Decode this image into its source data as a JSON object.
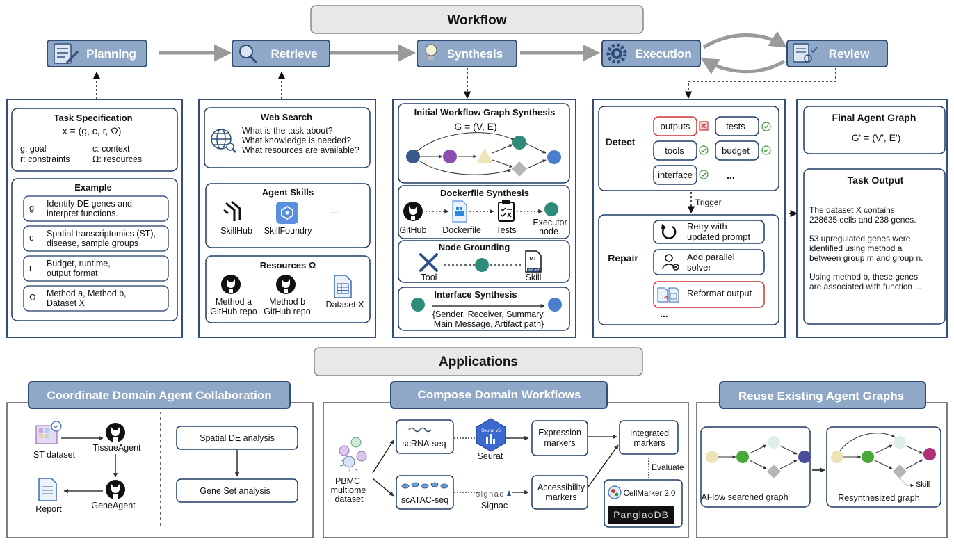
{
  "workflow": {
    "title": "Workflow",
    "stages": {
      "planning": "Planning",
      "retrieve": "Retrieve",
      "synthesis": "Synthesis",
      "execution": "Execution",
      "review": "Review"
    }
  },
  "planning": {
    "task_spec": {
      "title": "Task Specification",
      "formula": "x = (g, c, r, Ω)",
      "g": "g: goal",
      "c": "c: context",
      "r": "r: constraints",
      "omega": "Ω: resources"
    },
    "example": {
      "title": "Example",
      "rows": [
        {
          "key": "g",
          "line1": "Identify DE genes and",
          "line2": "interpret functions."
        },
        {
          "key": "c",
          "line1": "Spatial transcriptomics (ST),",
          "line2": "disease, sample groups"
        },
        {
          "key": "r",
          "line1": "Budget, runtime,",
          "line2": "output format"
        },
        {
          "key": "Ω",
          "line1": "Method a, Method b,",
          "line2": "Dataset X"
        }
      ]
    }
  },
  "retrieve": {
    "web_search": {
      "title": "Web Search",
      "q1": "What is the task about?",
      "q2": "What knowledge is needed?",
      "q3": "What resources are available?"
    },
    "agent_skills": {
      "title": "Agent Skills",
      "skillhub": "SkillHub",
      "skillfoundry": "SkillFoundry",
      "more": "..."
    },
    "resources": {
      "title": "Resources Ω",
      "method_a_1": "Method a",
      "method_a_2": "GitHub repo",
      "method_b_1": "Method b",
      "method_b_2": "GitHub repo",
      "dataset": "Dataset X"
    }
  },
  "synthesis": {
    "initial": {
      "title": "Initial Workflow Graph Synthesis",
      "formula": "G = (V, E)"
    },
    "dockerfile": {
      "title": "Dockerfile Synthesis",
      "github": "GitHub",
      "dockerfile": "Dockerfile",
      "tests": "Tests",
      "executor1": "Executor",
      "executor2": "node"
    },
    "grounding": {
      "title": "Node Grounding",
      "tool": "Tool",
      "skill": "Skill",
      "skill_file": "skill.md"
    },
    "interface": {
      "title": "Interface Synthesis",
      "line1": "{Sender, Receiver, Summary,",
      "line2": "Main Message, Artifact path}"
    }
  },
  "execution": {
    "detect": {
      "title": "Detect",
      "outputs": "outputs",
      "tests": "tests",
      "tools": "tools",
      "budget": "budget",
      "interface": "interface",
      "more": "..."
    },
    "trigger": "Trigger",
    "repair": {
      "title": "Repair",
      "retry1": "Retry with",
      "retry2": "updated prompt",
      "parallel1": "Add parallel",
      "parallel2": "solver",
      "reformat": "Reformat output",
      "more": "..."
    }
  },
  "review": {
    "final": {
      "title": "Final Agent Graph",
      "formula": "G' = (V', E')"
    },
    "task_output": {
      "title": "Task Output",
      "p1l1": "The dataset X contains",
      "p1l2": "228635 cells and 238 genes.",
      "p2l1": "53 upregulated genes were",
      "p2l2": "identified using method a",
      "p2l3": "between group m and group n.",
      "p3l1": "Using method b, these genes",
      "p3l2": "are associated with function ..."
    }
  },
  "applications": {
    "title": "Applications",
    "coordinate": {
      "title": "Coordinate Domain Agent Collaboration",
      "st_dataset": "ST dataset",
      "tissue_agent": "TissueAgent",
      "gene_agent": "GeneAgent",
      "report": "Report",
      "spatial_de": "Spatial DE analysis",
      "gene_set": "Gene Set analysis"
    },
    "compose": {
      "title": "Compose Domain Workflows",
      "pbmc1": "PBMC",
      "pbmc2": "multiome",
      "pbmc3": "dataset",
      "scrna": "scRNA-seq",
      "scatac": "scATAC-seq",
      "seurat": "Seurat",
      "seurat_badge": "Seurat v5",
      "signac": "Signac",
      "signac_logo": "signac",
      "expr1": "Expression",
      "expr2": "markers",
      "access1": "Accessibility",
      "access2": "markers",
      "integ1": "Integrated",
      "integ2": "markers",
      "evaluate": "Evaluate",
      "cellmarker": "CellMarker 2.0",
      "panglao": "PanglaoDB"
    },
    "reuse": {
      "title": "Reuse Existing Agent Graphs",
      "aflow": "AFlow searched graph",
      "resynth": "Resynthesized graph",
      "skill": "Skill"
    }
  },
  "colors": {
    "stage_fill": "#8fa8c8",
    "stage_border": "#2f4d78",
    "panel_border": "#1f3a66",
    "title_bar_fill": "#e8e8e8",
    "node_teal": "#2e8b7a",
    "node_navy": "#3a5a8c",
    "node_purple": "#8a4fb0",
    "node_blue": "#4a7fd0",
    "node_green": "#4aa83a",
    "node_cream": "#ece3b8",
    "node_mint": "#dfeee6",
    "node_magenta": "#b0307a",
    "node_indigo": "#4a4a9a",
    "fail_red": "#cc3333",
    "pass_green": "#3a9a3a"
  }
}
